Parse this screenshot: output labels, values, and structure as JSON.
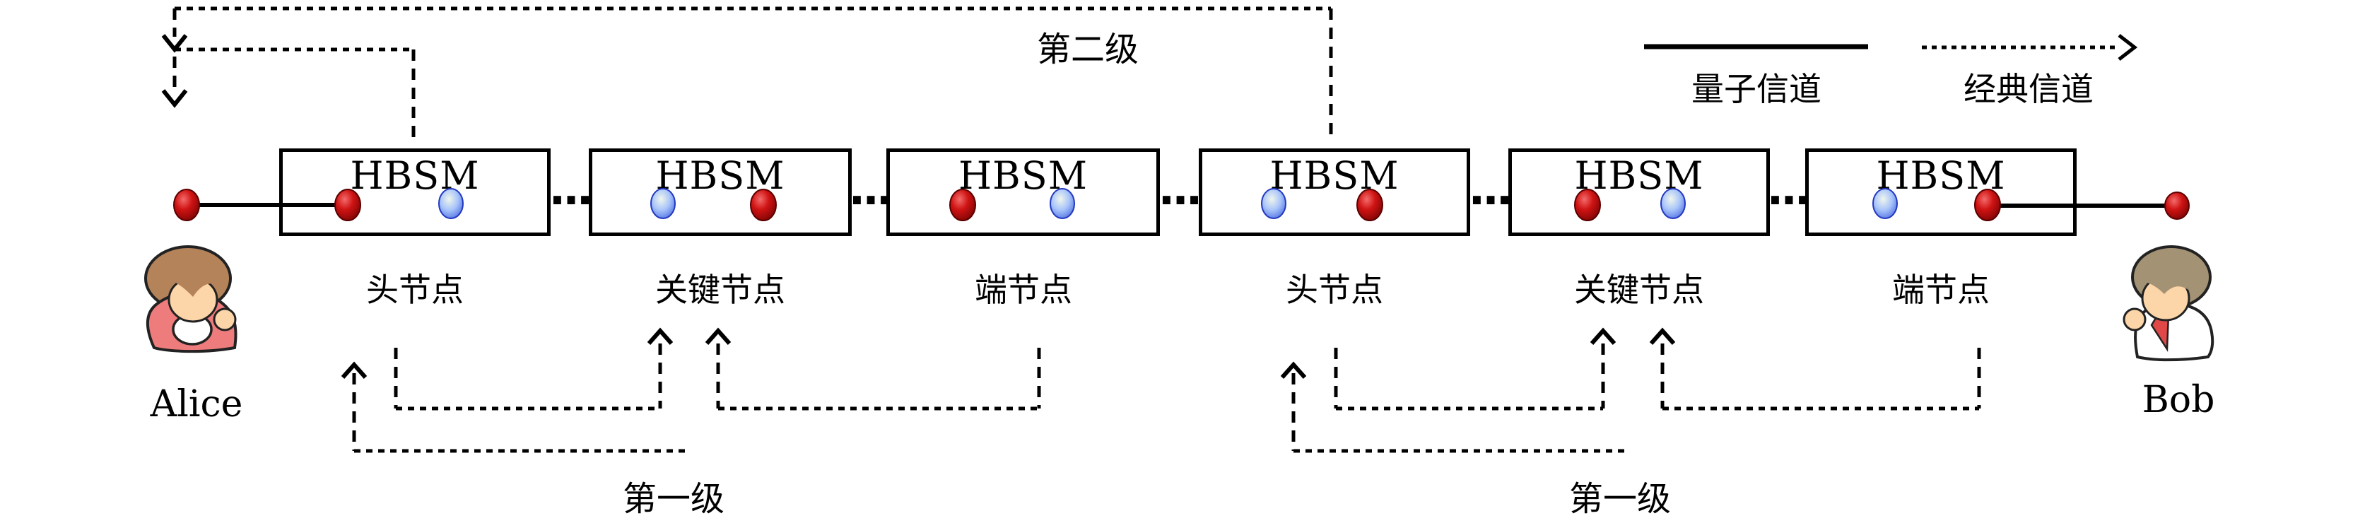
{
  "legend": {
    "quantum_channel_label": "量子信道",
    "classical_channel_label": "经典信道"
  },
  "labels": {
    "second_level": "第二级",
    "first_level_left": "第一级",
    "first_level_right": "第一级",
    "alice": "Alice",
    "bob": "Bob",
    "separator_dots": "···"
  },
  "nodes": [
    {
      "box_label": "HBSM",
      "role_label": "头节点",
      "particles": [
        "red",
        "blue"
      ]
    },
    {
      "box_label": "HBSM",
      "role_label": "关键节点",
      "particles": [
        "blue",
        "red"
      ]
    },
    {
      "box_label": "HBSM",
      "role_label": "端节点",
      "particles": [
        "red",
        "blue"
      ]
    },
    {
      "box_label": "HBSM",
      "role_label": "头节点",
      "particles": [
        "blue",
        "red"
      ]
    },
    {
      "box_label": "HBSM",
      "role_label": "关键节点",
      "particles": [
        "red",
        "blue"
      ]
    },
    {
      "box_label": "HBSM",
      "role_label": "端节点",
      "particles": [
        "blue",
        "red"
      ]
    }
  ],
  "colors": {
    "line": "#000000",
    "particle_red": "#cf1313",
    "particle_blue": "#a8c4fa",
    "alice_dress": "#ef7c7c",
    "alice_hair": "#b5835a",
    "bob_hair": "#a39274",
    "bob_tie": "#e04848",
    "skin": "#fcd5a8"
  }
}
